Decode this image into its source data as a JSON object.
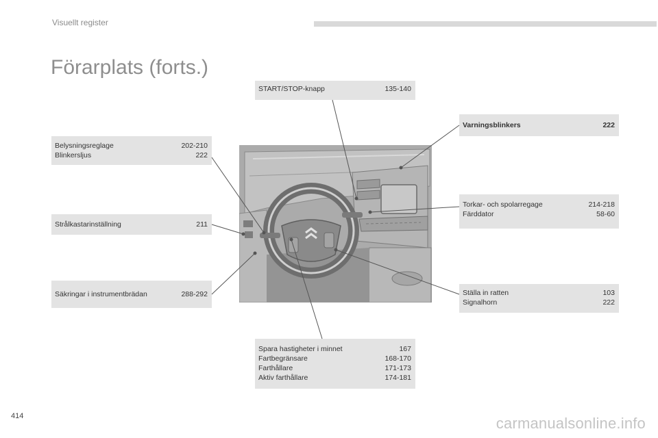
{
  "header": {
    "section": "Visuellt register",
    "title": "Förarplats (forts.)"
  },
  "callouts": {
    "start_stop": {
      "rows": [
        {
          "label": "START/STOP-knapp",
          "pages": "135-140"
        }
      ]
    },
    "hazard": {
      "rows": [
        {
          "label": "Varningsblinkers",
          "pages": "222"
        }
      ]
    },
    "lighting": {
      "rows": [
        {
          "label": "Belysningsreglage",
          "pages": "202-210"
        },
        {
          "label": "Blinkersljus",
          "pages": "222"
        }
      ]
    },
    "wipers": {
      "rows": [
        {
          "label": "Torkar- och spolarregage",
          "pages": "214-218"
        },
        {
          "label": "Färddator",
          "pages": "58-60"
        }
      ]
    },
    "headlamp": {
      "rows": [
        {
          "label": "Strålkastarinställning",
          "pages": "211"
        }
      ]
    },
    "fuses": {
      "rows": [
        {
          "label": "Säkringar i instrumentbrädan",
          "pages": "288-292"
        }
      ]
    },
    "steering": {
      "rows": [
        {
          "label": "Ställa in ratten",
          "pages": "103"
        },
        {
          "label": "Signalhorn",
          "pages": "222"
        }
      ]
    },
    "speed": {
      "rows": [
        {
          "label": "Spara hastigheter i minnet",
          "pages": "167"
        },
        {
          "label": "Fartbegränsare",
          "pages": "168-170"
        },
        {
          "label": "Farthållare",
          "pages": "171-173"
        },
        {
          "label": "Aktiv farthållare",
          "pages": "174-181"
        }
      ]
    }
  },
  "footer": {
    "page_number": "414",
    "watermark": "carmanualsonline.info"
  },
  "colors": {
    "callout_bg": "#e3e3e3",
    "title": "#8e8e8e",
    "leader": "#555555"
  }
}
